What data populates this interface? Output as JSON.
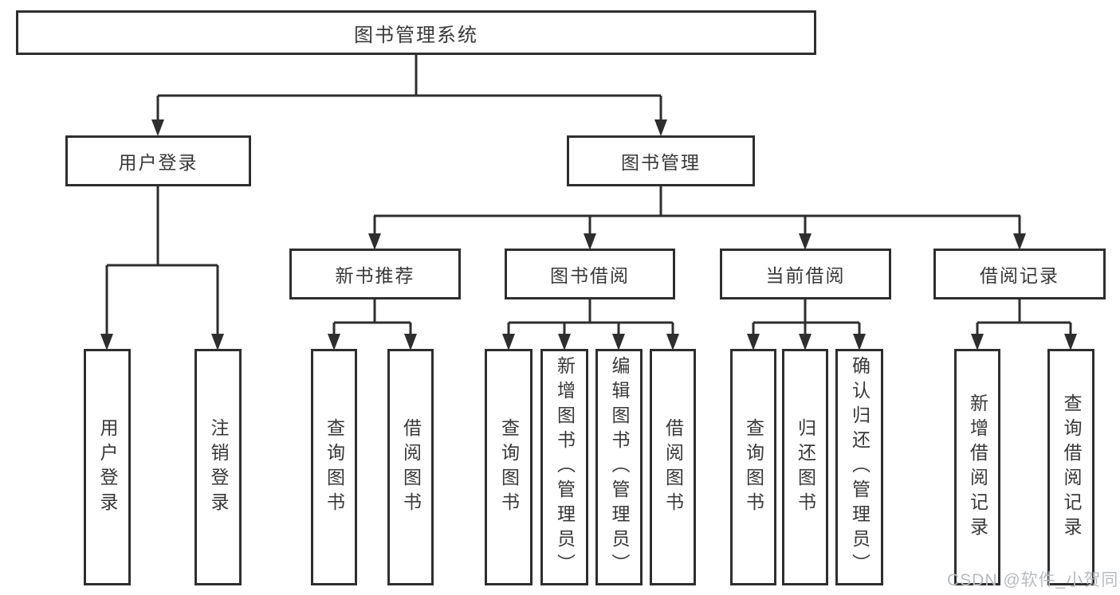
{
  "colors": {
    "line": "#2e2e2e",
    "text": "#383838",
    "watermark": "#b7bcc1",
    "background": "#ffffff"
  },
  "watermark": {
    "text": "CSDN @软件_小贺同学"
  },
  "tree": {
    "root": {
      "label": "图书管理系统"
    },
    "children": [
      {
        "label": "用户登录",
        "children": [
          {
            "label": "用户登录"
          },
          {
            "label": "注销登录"
          }
        ]
      },
      {
        "label": "图书管理",
        "children": [
          {
            "label": "新书推荐",
            "children": [
              {
                "label": "查询图书"
              },
              {
                "label": "借阅图书"
              }
            ]
          },
          {
            "label": "图书借阅",
            "children": [
              {
                "label": "查询图书"
              },
              {
                "label": "新增图书（管理员）"
              },
              {
                "label": "编辑图书（管理员）"
              },
              {
                "label": "借阅图书"
              }
            ]
          },
          {
            "label": "当前借阅",
            "children": [
              {
                "label": "查询图书"
              },
              {
                "label": "归还图书"
              },
              {
                "label": "确认归还（管理员）"
              }
            ]
          },
          {
            "label": "借阅记录",
            "children": [
              {
                "label": "新增借阅记录"
              },
              {
                "label": "查询借阅记录"
              }
            ]
          }
        ]
      }
    ]
  }
}
